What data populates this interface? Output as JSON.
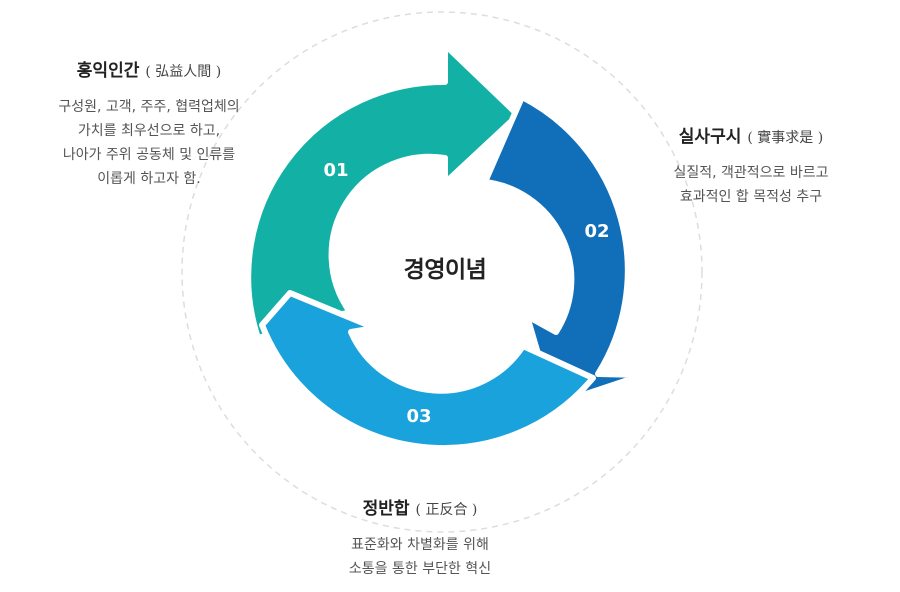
{
  "center": {
    "title": "경영이념"
  },
  "colors": {
    "step1": "#12B0A5",
    "step2": "#116EB8",
    "step3": "#1AA2DC",
    "dashed_ring": "#DDDDDD"
  },
  "steps": [
    {
      "number": "01",
      "title": "홍익인간",
      "hanja": "( 弘益人間 )",
      "lines": [
        "구성원, 고객, 주주, 협력업체의",
        "가치를 최우선으로 하고,",
        "나아가 주위 공동체 및 인류를",
        "이롭게 하고자 함."
      ]
    },
    {
      "number": "02",
      "title": "실사구시",
      "hanja": "( 實事求是 )",
      "lines": [
        "실질적, 객관적으로 바르고",
        "효과적인 합 목적성 추구"
      ]
    },
    {
      "number": "03",
      "title": "정반합",
      "hanja": "( 正反合 )",
      "lines": [
        "표준화와 차별화를 위해",
        "소통을 통한 부단한 혁신"
      ]
    }
  ]
}
